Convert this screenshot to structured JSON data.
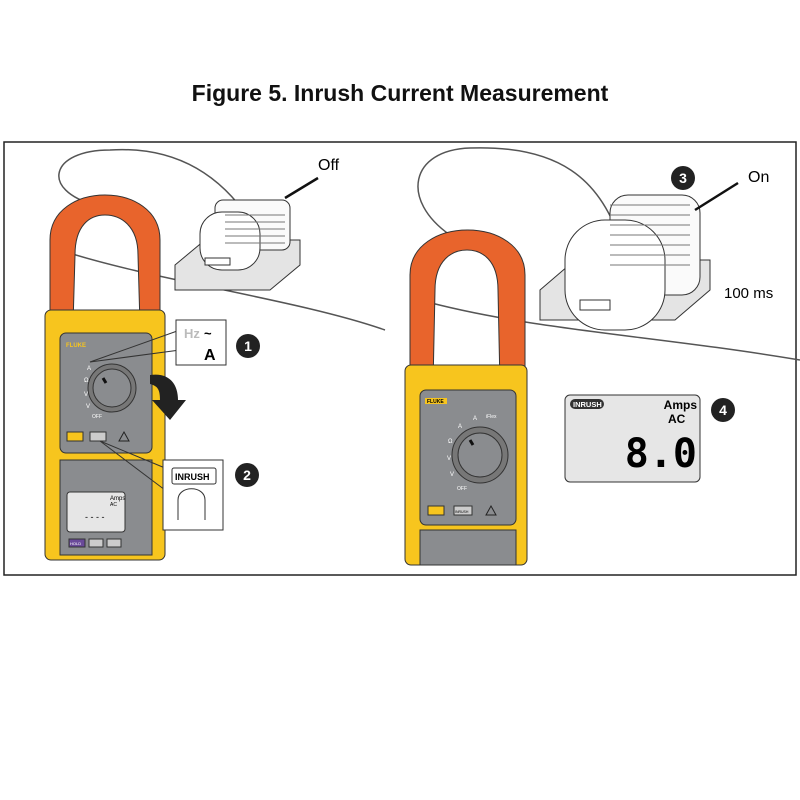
{
  "title": "Figure 5. Inrush Current Measurement",
  "left_panel": {
    "motor_state": "Off",
    "callout_dial": {
      "top": "Hz",
      "bottom": "A"
    },
    "callout_button": "INRUSH",
    "meter_brand": "FLUKE",
    "meter_display": {
      "value": "- - - -",
      "unit": "Amps",
      "mode": "AC",
      "buttons": [
        "HOLD",
        "",
        ""
      ]
    },
    "dial_labels": [
      "A",
      "Ω",
      "V",
      "V",
      "OFF"
    ],
    "steps": [
      "1",
      "2"
    ]
  },
  "right_panel": {
    "motor_state": "On",
    "duration": "100 ms",
    "meter_brand": "FLUKE",
    "dial_labels": [
      "A",
      "A",
      "iFlex",
      "Ω",
      "V",
      "V",
      "OFF"
    ],
    "button": "INRUSH",
    "display": {
      "badge": "INRUSH",
      "unit": "Amps",
      "mode": "AC",
      "value": "8.0"
    },
    "steps": [
      "3",
      "4"
    ]
  },
  "colors": {
    "orange": "#e8642c",
    "yellow": "#f7c51e",
    "gray": "#8a8c8f",
    "lcd": "#e6e6e6",
    "badge": "#222222"
  }
}
